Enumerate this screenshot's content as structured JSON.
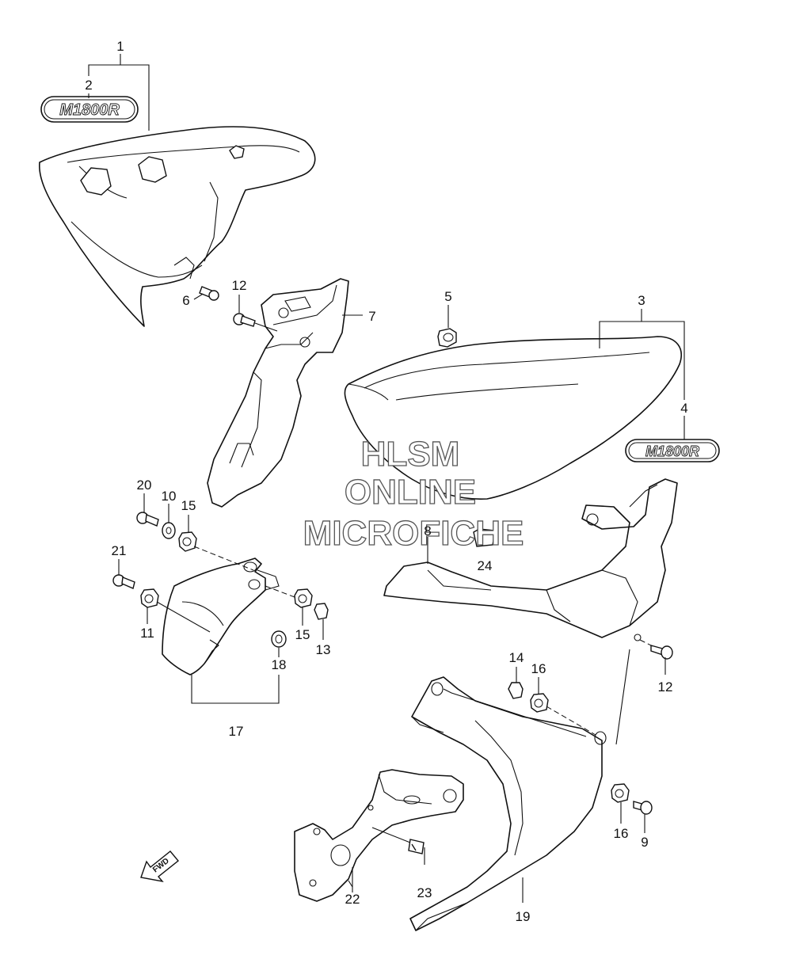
{
  "watermark": {
    "line1": "HLSM",
    "line2": "ONLINE",
    "line3": "MICROFICHE"
  },
  "emblem_text": "M1800R",
  "fwd_arrow_label": "FWD",
  "callouts": {
    "c1": "1",
    "c2": "2",
    "c3": "3",
    "c4": "4",
    "c5": "5",
    "c6": "6",
    "c7": "7",
    "c8": "8",
    "c9": "9",
    "c10": "10",
    "c11": "11",
    "c12a": "12",
    "c12b": "12",
    "c13": "13",
    "c14": "14",
    "c15a": "15",
    "c15b": "15",
    "c16a": "16",
    "c16b": "16",
    "c17": "17",
    "c18": "18",
    "c19": "19",
    "c20": "20",
    "c21": "21",
    "c22": "22",
    "c23": "23",
    "c24": "24"
  }
}
